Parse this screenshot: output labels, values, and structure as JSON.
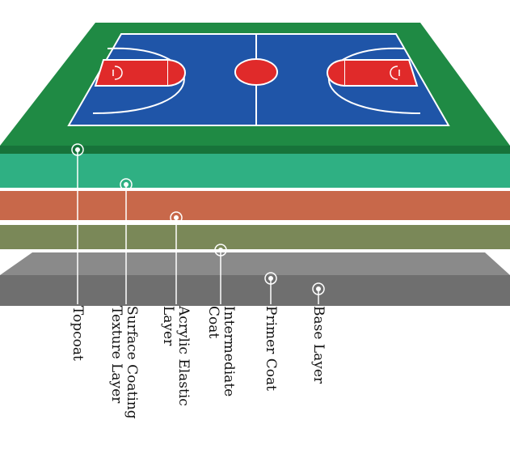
{
  "colors": {
    "court_surround": "#1f8a44",
    "court_blue": "#1f55a8",
    "key_red": "#e02a2a",
    "line_white": "#ffffff",
    "topcoat_layer": "#2fb083",
    "texture_layer": "#c8684a",
    "elastic_layer": "#7a8858",
    "base_layer": "#707070",
    "leader_line": "#ffffff"
  },
  "layers": [
    {
      "id": "topcoat",
      "name": "Topcoat",
      "icon": "target-marker-icon"
    },
    {
      "id": "surface",
      "name": "Surface Coating\nTexture Layer",
      "icon": "target-marker-icon"
    },
    {
      "id": "acrylic",
      "name": "Acrylic Elastic\nLayer",
      "icon": "target-marker-icon"
    },
    {
      "id": "intermediate",
      "name": "Intermediate\nCoat",
      "icon": "target-marker-icon"
    },
    {
      "id": "primer",
      "name": "Primer Coat",
      "icon": "target-marker-icon"
    },
    {
      "id": "base",
      "name": "Base Layer",
      "icon": "target-marker-icon"
    }
  ]
}
